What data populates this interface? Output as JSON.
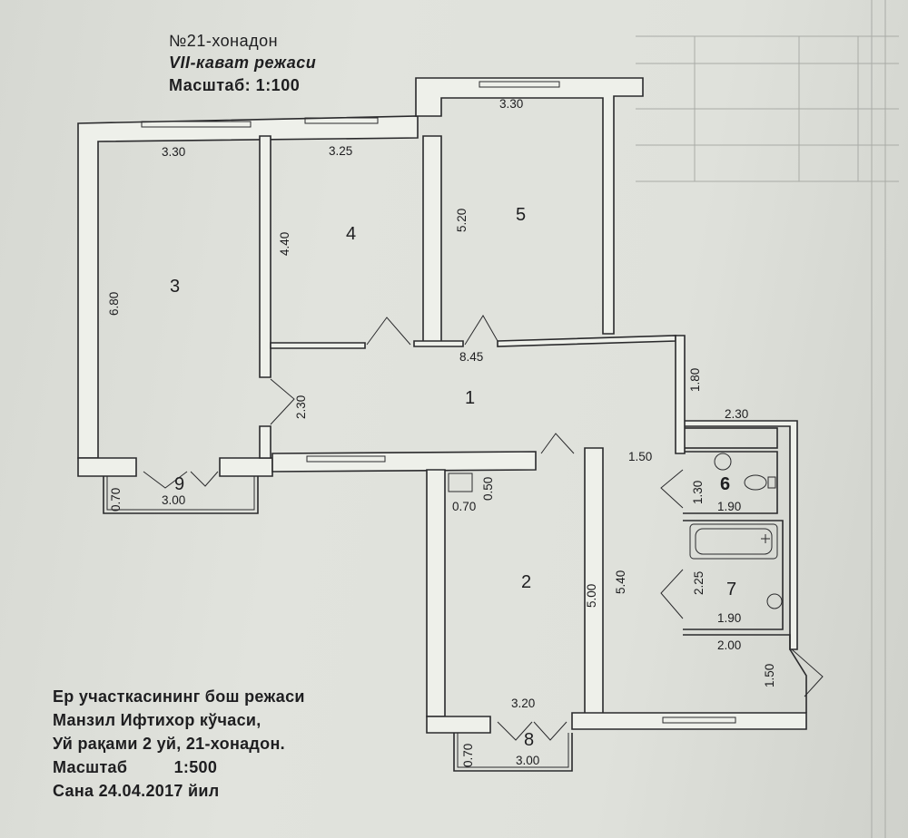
{
  "header": {
    "apartment": "№21-хонадон",
    "floor_plan": "VII-кават режаси",
    "scale": "Масштаб: 1:100"
  },
  "rooms": [
    {
      "number": "1",
      "dims": [
        "8.45",
        "2.30",
        "1.80"
      ]
    },
    {
      "number": "2",
      "dims": [
        "3.20",
        "5.00",
        "5.40",
        "0.70",
        "0.50"
      ]
    },
    {
      "number": "3",
      "dims": [
        "3.30",
        "6.80"
      ]
    },
    {
      "number": "4",
      "dims": [
        "3.25",
        "4.40"
      ]
    },
    {
      "number": "5",
      "dims": [
        "3.30",
        "5.20"
      ]
    },
    {
      "number": "6",
      "dims": [
        "2.30",
        "1.30",
        "1.90",
        "1.50"
      ]
    },
    {
      "number": "7",
      "dims": [
        "2.25",
        "1.90",
        "2.00",
        "1.50"
      ]
    },
    {
      "number": "8",
      "dims": [
        "3.00",
        "0.70"
      ]
    },
    {
      "number": "9",
      "dims": [
        "3.00",
        "0.70"
      ]
    }
  ],
  "footer": {
    "line1": "Ер участкасининг бош режаси",
    "line2": "Манзил Ифтихор кўчаси,",
    "line3": "Уй  рақами  2 уй, 21-хонадон.",
    "line4_label": "Масштаб",
    "line4_value": "1:500",
    "line5": "Сана  24.04.2017 йил"
  }
}
